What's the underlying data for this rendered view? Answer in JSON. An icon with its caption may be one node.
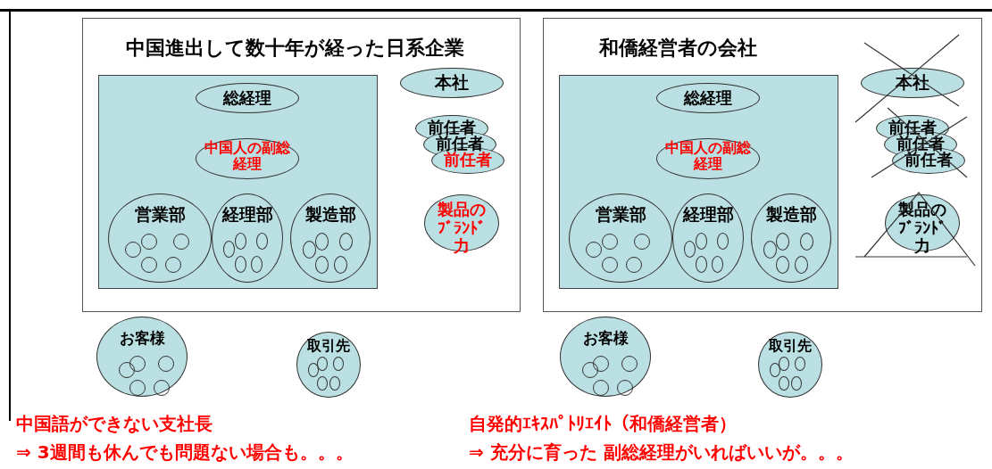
{
  "diagram": {
    "nodes": [
      {
        "text": [
          "中国進出して数十年が経った日系企業"
        ]
      },
      {
        "text": [],
        "shape": "box",
        "in": 0
      },
      {
        "text": [
          "総経理"
        ],
        "in": 1
      },
      {
        "text": [
          "中国人の副総経理"
        ],
        "in": 1
      },
      {
        "text": [
          "営業部"
        ],
        "in": 1
      },
      {
        "text": [],
        "shape": "circle",
        "in": 4
      },
      {
        "text": [],
        "shape": "circle",
        "in": 4
      },
      {
        "text": [],
        "shape": "circle",
        "in": 4
      },
      {
        "text": [],
        "shape": "circle",
        "in": 4
      },
      {
        "text": [],
        "shape": "circle",
        "in": 4
      },
      {
        "text": [
          "経理部"
        ],
        "in": 1
      },
      {
        "text": [],
        "shape": "circle",
        "in": 10
      },
      {
        "text": [],
        "shape": "circle",
        "in": 10
      },
      {
        "text": [],
        "shape": "circle",
        "in": 10
      },
      {
        "text": [],
        "shape": "circle",
        "in": 10
      },
      {
        "text": [],
        "shape": "circle",
        "in": 10
      },
      {
        "text": [
          "製造部"
        ],
        "in": 1
      },
      {
        "text": [],
        "shape": "circle",
        "in": 16
      },
      {
        "text": [],
        "shape": "circle",
        "in": 16
      },
      {
        "text": [],
        "shape": "circle",
        "in": 16
      },
      {
        "text": [],
        "shape": "circle",
        "in": 16
      },
      {
        "text": [],
        "shape": "circle",
        "in": 16
      },
      {
        "text": [
          "本社"
        ],
        "in": 0
      },
      {
        "text": [
          "前任者"
        ],
        "in": 0
      },
      {
        "text": [
          "前任者"
        ],
        "in": 0
      },
      {
        "text": [
          "前任者"
        ],
        "in": 0
      },
      {
        "text": [
          "製品のﾌﾞﾗﾝﾄﾞ力"
        ],
        "in": 0
      },
      {
        "text": [
          "和僑経営者の会社"
        ]
      },
      {
        "text": [],
        "shape": "box",
        "in": 27
      },
      {
        "text": [
          "総経理"
        ],
        "in": 28
      },
      {
        "text": [
          "中国人の副総経理"
        ],
        "in": 28
      },
      {
        "text": [
          "営業部"
        ],
        "in": 28
      },
      {
        "text": [],
        "shape": "circle",
        "in": 31
      },
      {
        "text": [],
        "shape": "circle",
        "in": 31
      },
      {
        "text": [],
        "shape": "circle",
        "in": 31
      },
      {
        "text": [],
        "shape": "circle",
        "in": 31
      },
      {
        "text": [],
        "shape": "circle",
        "in": 31
      },
      {
        "text": [
          "経理部"
        ],
        "in": 28
      },
      {
        "text": [],
        "shape": "circle",
        "in": 37
      },
      {
        "text": [],
        "shape": "circle",
        "in": 37
      },
      {
        "text": [],
        "shape": "circle",
        "in": 37
      },
      {
        "text": [],
        "shape": "circle",
        "in": 37
      },
      {
        "text": [],
        "shape": "circle",
        "in": 37
      },
      {
        "text": [
          "製造部"
        ],
        "in": 28
      },
      {
        "text": [],
        "shape": "circle",
        "in": 43
      },
      {
        "text": [],
        "shape": "circle",
        "in": 43
      },
      {
        "text": [],
        "shape": "circle",
        "in": 43
      },
      {
        "text": [],
        "shape": "circle",
        "in": 43
      },
      {
        "text": [],
        "shape": "circle",
        "in": 43
      },
      {
        "text": [
          "本社"
        ],
        "in": 27
      },
      {
        "text": [
          "前任者"
        ],
        "in": 27
      },
      {
        "text": [
          "前任者"
        ],
        "in": 27
      },
      {
        "text": [
          "前任者"
        ],
        "in": 27
      },
      {
        "text": [
          "製品のﾌﾞﾗﾝﾄﾞ力"
        ],
        "in": 27
      },
      {
        "text": [
          "お客様"
        ]
      },
      {
        "text": [],
        "shape": "circle",
        "in": 54
      },
      {
        "text": [],
        "shape": "circle",
        "in": 54
      },
      {
        "text": [],
        "shape": "circle",
        "in": 54
      },
      {
        "text": [],
        "shape": "circle",
        "in": 54
      },
      {
        "text": [],
        "shape": "circle",
        "in": 54
      },
      {
        "text": [
          "取引先"
        ]
      },
      {
        "text": [],
        "shape": "circle",
        "in": 60
      },
      {
        "text": [],
        "shape": "circle",
        "in": 60
      },
      {
        "text": [],
        "shape": "circle",
        "in": 60
      },
      {
        "text": [],
        "shape": "circle",
        "in": 60
      },
      {
        "text": [],
        "shape": "circle",
        "in": 60
      },
      {
        "text": [
          "お客様"
        ]
      },
      {
        "text": [],
        "shape": "circle",
        "in": 66
      },
      {
        "text": [],
        "shape": "circle",
        "in": 66
      },
      {
        "text": [],
        "shape": "circle",
        "in": 66
      },
      {
        "text": [],
        "shape": "circle",
        "in": 66
      },
      {
        "text": [],
        "shape": "circle",
        "in": 66
      },
      {
        "text": [
          "取引先"
        ]
      },
      {
        "text": [],
        "shape": "circle",
        "in": 72
      },
      {
        "text": [],
        "shape": "circle",
        "in": 72
      },
      {
        "text": [],
        "shape": "circle",
        "in": 72
      },
      {
        "text": [],
        "shape": "circle",
        "in": 72
      },
      {
        "text": [],
        "shape": "circle",
        "in": 72
      }
    ],
    "labels": [
      "中国語ができない支社長",
      "自発的ｴｷｽﾊﾟﾄﾘｴｲﾄ（和僑経営者）",
      "⇒ 3週間も休んでも問題ない場合も。。。",
      "⇒ 充分に育った 副総経理がいればいいが。。。"
    ]
  }
}
